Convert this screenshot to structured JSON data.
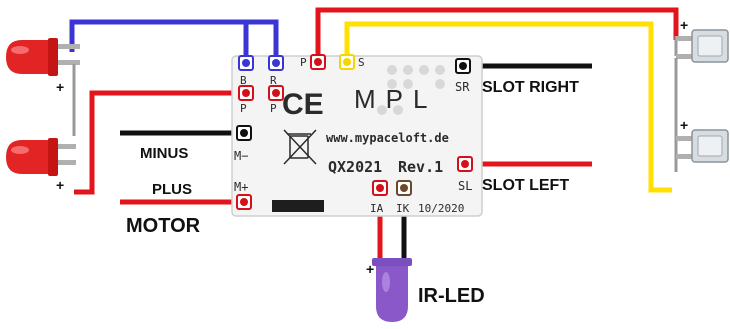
{
  "colors": {
    "wire_red": "#e3141b",
    "wire_blue": "#3b35d6",
    "wire_yellow": "#ffe000",
    "wire_black": "#111111",
    "pcb_white": "#f4f4f4",
    "led_red": "#e22424",
    "ir_led_purple": "#8a58c9",
    "pad_red": "#d4101a",
    "pad_blue": "#3b35d6",
    "pad_yellow": "#f4d600"
  },
  "pads": {
    "b": "B",
    "r": "R",
    "p_left": "P",
    "p_right": "P",
    "p_top": "P",
    "s_top": "S",
    "sr": "SR",
    "sl": "SL",
    "m_minus": "M−",
    "m_plus": "M+",
    "ia": "IA",
    "ik": "IK"
  },
  "board": {
    "ce_mark": "CE",
    "logo": "MPL",
    "website": "www.mypaceloft.de",
    "model": "QX2021",
    "revision": "Rev.1",
    "date": "10/2020"
  },
  "labels": {
    "slot_right": "SLOT RIGHT",
    "slot_left": "SLOT LEFT",
    "minus": "MINUS",
    "plus": "PLUS",
    "motor": "MOTOR",
    "ir_led": "IR-LED"
  },
  "polarity": {
    "plus": "+"
  }
}
